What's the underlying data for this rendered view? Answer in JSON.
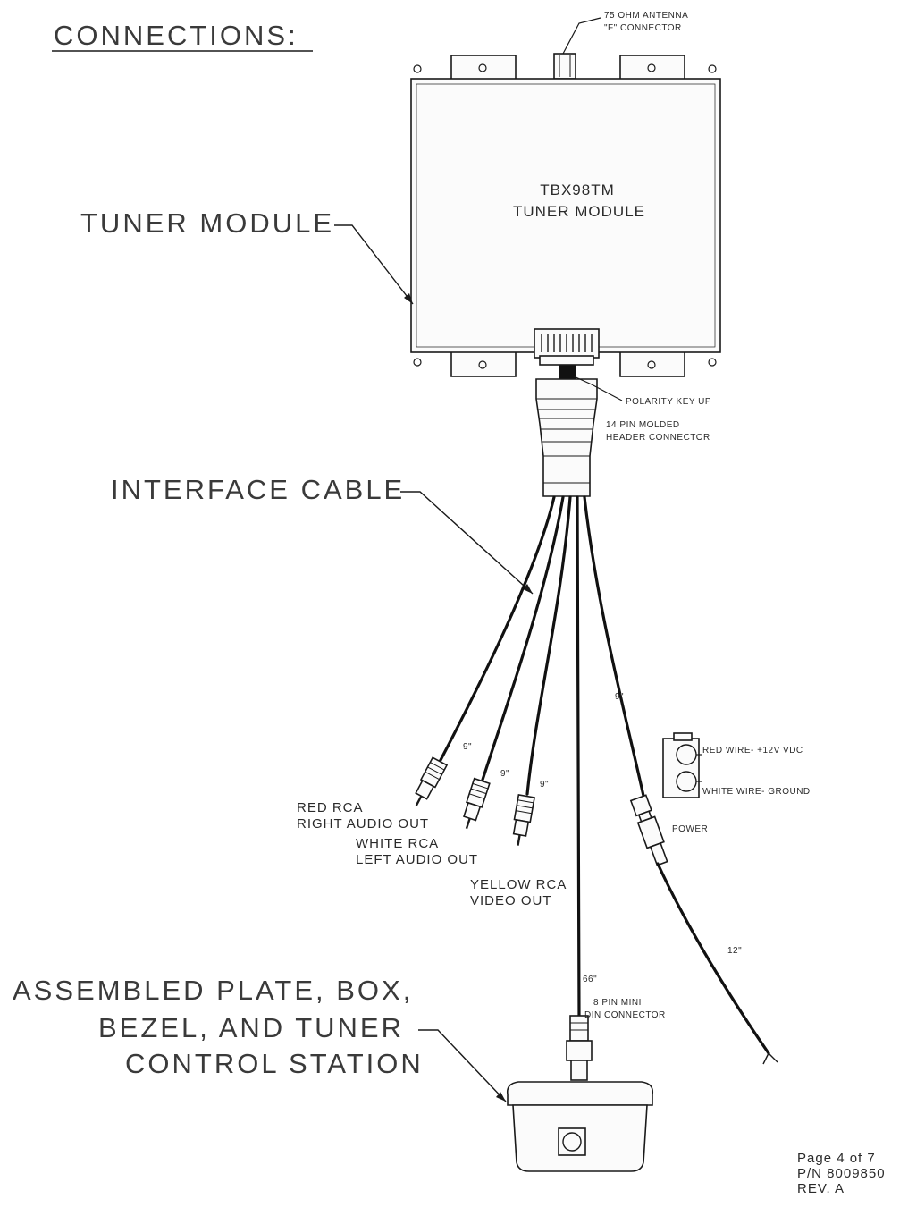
{
  "heading": "CONNECTIONS:",
  "callouts": {
    "tuner_module": "TUNER MODULE",
    "interface_cable": "INTERFACE CABLE",
    "assembled_line1": "ASSEMBLED PLATE, BOX,",
    "assembled_line2": "BEZEL, AND TUNER",
    "assembled_line3": "CONTROL STATION"
  },
  "module": {
    "model": "TBX98TM",
    "name": "TUNER MODULE"
  },
  "antenna": {
    "line1": "75 OHM ANTENNA",
    "line2": "\"F\" CONNECTOR"
  },
  "connector": {
    "polarity": "POLARITY KEY UP",
    "header_line1": "14 PIN MOLDED",
    "header_line2": "HEADER CONNECTOR"
  },
  "leads": {
    "red_rca_line1": "RED RCA",
    "red_rca_line2": "RIGHT AUDIO OUT",
    "white_rca_line1": "WHITE RCA",
    "white_rca_line2": "LEFT AUDIO OUT",
    "yellow_rca_line1": "YELLOW RCA",
    "yellow_rca_line2": "VIDEO OUT",
    "din_line1": "8 PIN MINI",
    "din_line2": "DIN CONNECTOR",
    "power": "POWER",
    "red_wire": "RED WIRE-  +12V VDC",
    "white_wire": "WHITE WIRE-  GROUND"
  },
  "lengths": {
    "red": "9\"",
    "white": "9\"",
    "yellow": "9\"",
    "power": "9\"",
    "din": "66\"",
    "power_tail": "12\""
  },
  "footer": {
    "page": "Page 4 of 7",
    "part": "P/N 8009850",
    "rev": "REV. A"
  }
}
